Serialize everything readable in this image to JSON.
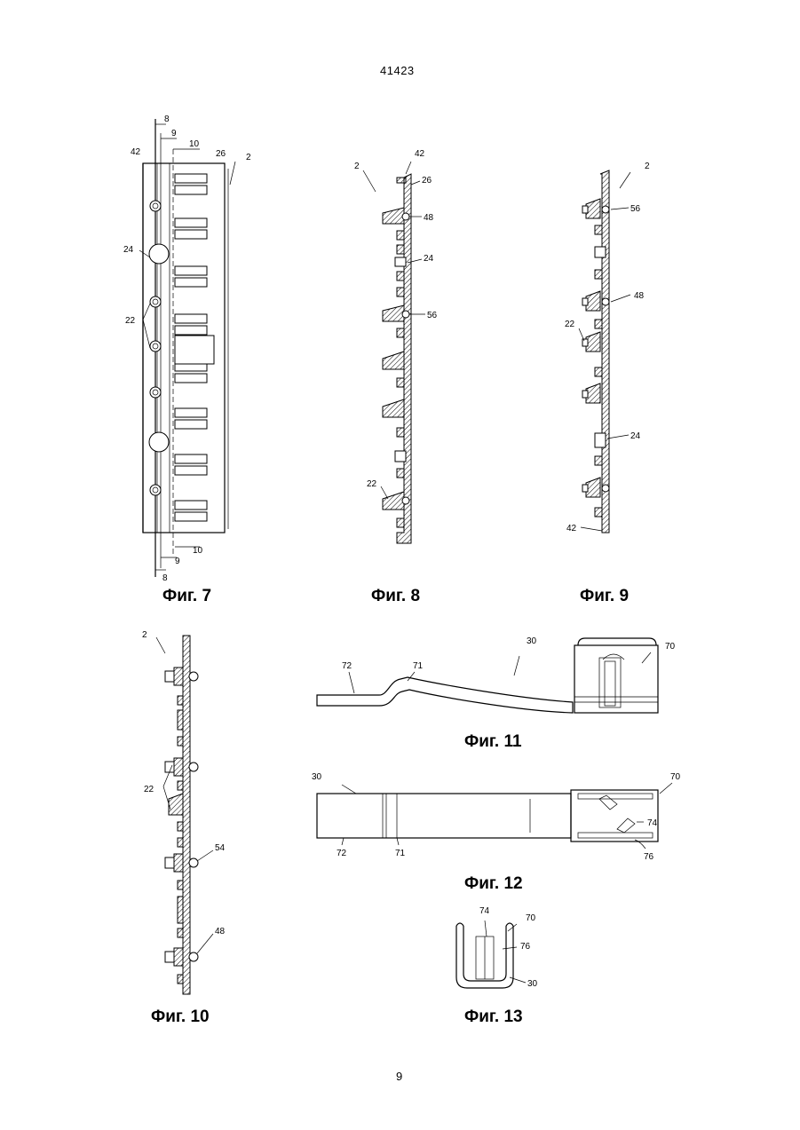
{
  "page": {
    "header_number": "41423",
    "footer_number": "9"
  },
  "figures": {
    "fig7": {
      "caption": "Фиг. 7",
      "labels": {
        "a": "8",
        "b": "9",
        "c": "10",
        "d": "42",
        "e": "26",
        "f": "2",
        "g": "24",
        "h": "22",
        "i": "10",
        "j": "9",
        "k": "8"
      }
    },
    "fig8": {
      "caption": "Фиг. 8",
      "labels": {
        "a": "2",
        "b": "42",
        "c": "26",
        "d": "48",
        "e": "24",
        "f": "56",
        "g": "22"
      }
    },
    "fig9": {
      "caption": "Фиг. 9",
      "labels": {
        "a": "2",
        "b": "56",
        "c": "48",
        "d": "22",
        "e": "24",
        "f": "42"
      }
    },
    "fig10": {
      "caption": "Фиг. 10",
      "labels": {
        "a": "2",
        "b": "22",
        "c": "54",
        "d": "48"
      }
    },
    "fig11": {
      "caption": "Фиг. 11",
      "labels": {
        "a": "30",
        "b": "70",
        "c": "72",
        "d": "71"
      }
    },
    "fig12": {
      "caption": "Фиг. 12",
      "labels": {
        "a": "30",
        "b": "70",
        "c": "74",
        "d": "72",
        "e": "71",
        "f": "76"
      }
    },
    "fig13": {
      "caption": "Фиг. 13",
      "labels": {
        "a": "74",
        "b": "70",
        "c": "76",
        "d": "30"
      }
    }
  }
}
